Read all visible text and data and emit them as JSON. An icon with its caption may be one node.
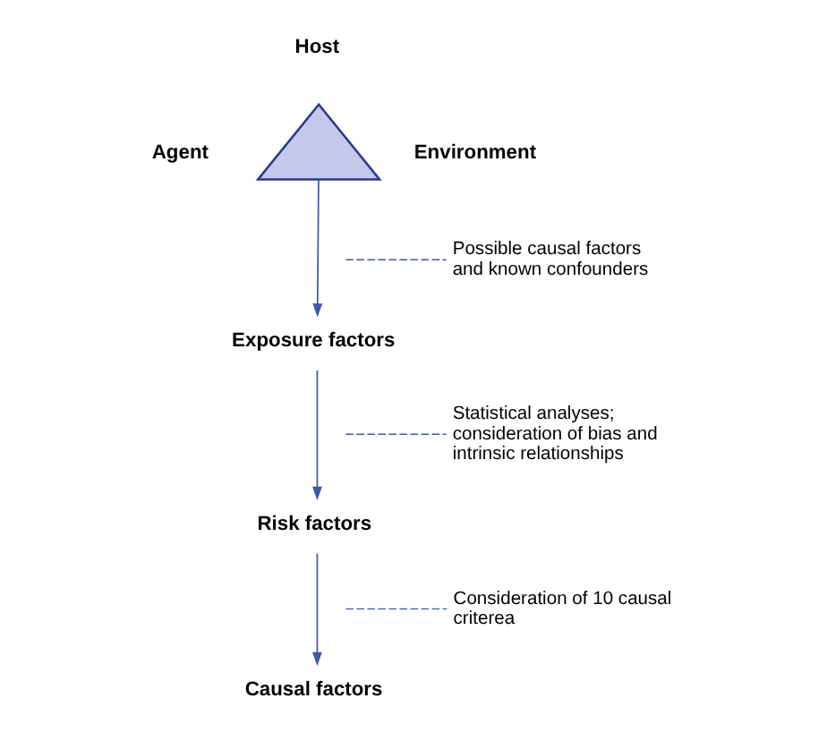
{
  "diagram": {
    "nodes": [
      {
        "text": [],
        "shape": "triangle",
        "beside": [
          "Host",
          "Agent",
          "Environment"
        ]
      },
      {
        "text": [
          "Exposure factors"
        ]
      },
      {
        "text": [
          "Risk factors"
        ]
      },
      {
        "text": [
          "Causal factors"
        ]
      },
      {
        "text": [
          "Possible causal factors and known confounders"
        ]
      },
      {
        "text": [
          "Statistical analyses; consideration of bias and intrinsic relationships"
        ]
      },
      {
        "text": [
          "Consideration of 10 causal criterea"
        ]
      }
    ],
    "edges": [
      {
        "from": 0,
        "to": 1,
        "arrow": "to"
      },
      {
        "from": 1,
        "to": 2,
        "arrow": "to"
      },
      {
        "from": 2,
        "to": 3,
        "arrow": "to"
      },
      {
        "from": 4,
        "to": null,
        "arrow": "none",
        "style": "dashed"
      },
      {
        "from": 5,
        "to": null,
        "arrow": "none",
        "style": "dashed"
      },
      {
        "from": 6,
        "to": null,
        "arrow": "none",
        "style": "dashed"
      }
    ]
  }
}
